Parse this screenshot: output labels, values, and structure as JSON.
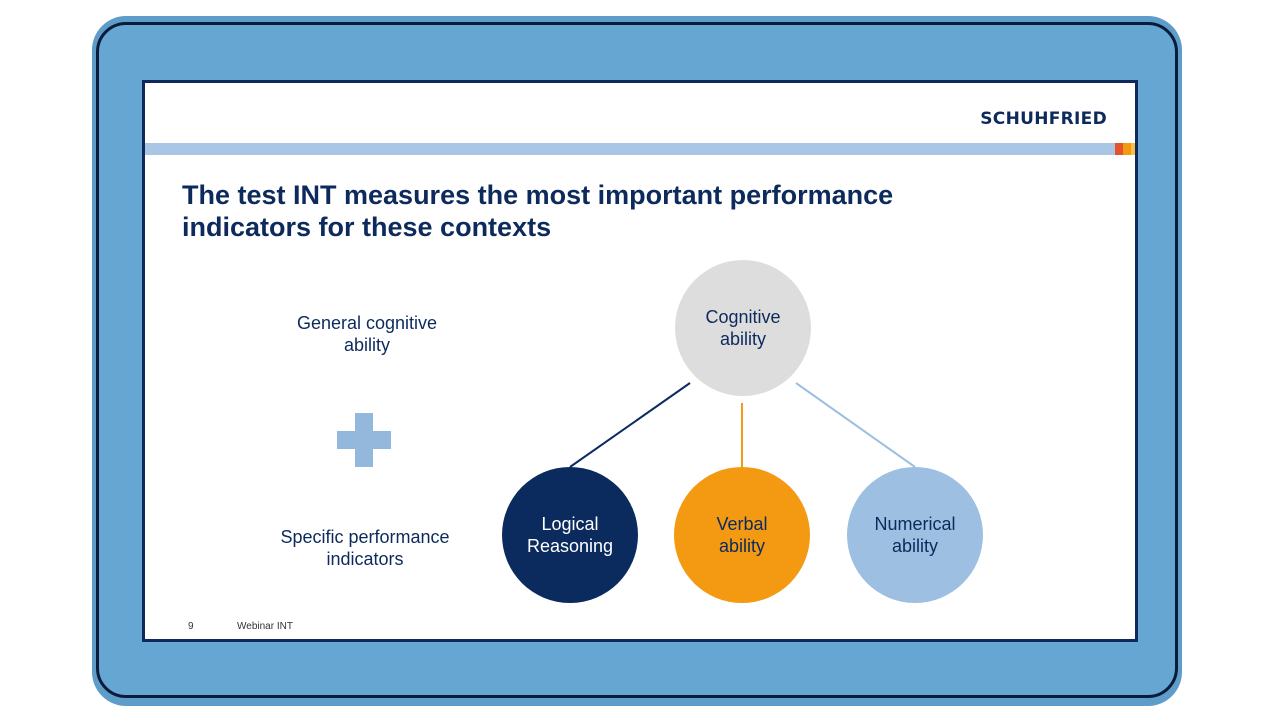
{
  "slide": {
    "logo": "SCHUHFRIED",
    "title_lines": [
      "The test INT measures the most important performance",
      "indicators for these contexts"
    ],
    "left_labels": {
      "general": [
        "General cognitive",
        "ability"
      ],
      "specific": [
        "Specific performance",
        "indicators"
      ]
    },
    "diagram": {
      "root": [
        "Cognitive",
        "ability"
      ],
      "children": [
        {
          "lines": [
            "Logical",
            "Reasoning"
          ],
          "color": "#0b2a5e"
        },
        {
          "lines": [
            "Verbal",
            "ability"
          ],
          "color": "#f39a12"
        },
        {
          "lines": [
            "Numerical",
            "ability"
          ],
          "color": "#9dbfe1"
        }
      ]
    },
    "footer": {
      "page_number": "9",
      "label": "Webinar INT"
    }
  },
  "colors": {
    "frame": "#66a6d2",
    "navy": "#0d2a5c",
    "orange": "#f39a12",
    "light_blue": "#9dbfe1",
    "grey": "#dddddd"
  },
  "icons": {
    "plus": "plus-icon"
  }
}
